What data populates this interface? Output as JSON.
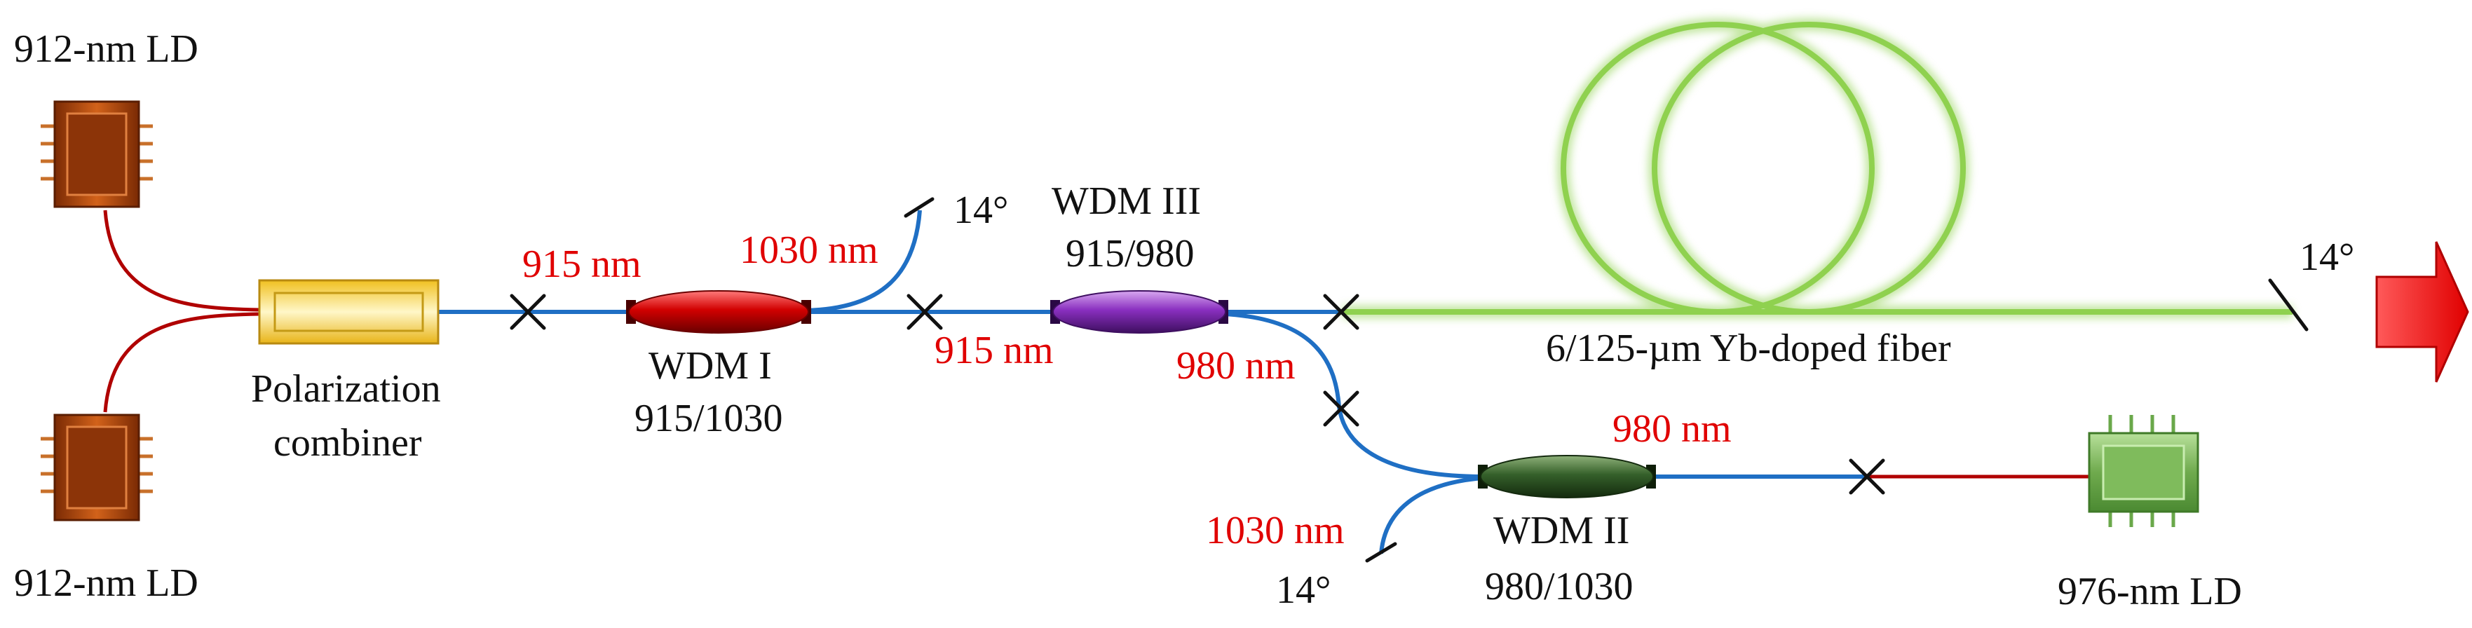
{
  "labels": {
    "ld_top": "912-nm LD",
    "ld_bottom": "912-nm LD",
    "ld_976": "976-nm LD",
    "pc_line1": "Polarization",
    "pc_line2": "combiner",
    "wdm1_name": "WDM I",
    "wdm1_spec": "915/1030",
    "wdm2_name": "WDM II",
    "wdm2_spec": "980/1030",
    "wdm3_name": "WDM III",
    "wdm3_spec": "915/980",
    "fiber": "6/125-µm Yb-doped fiber",
    "angle_wdm1": "14°",
    "angle_wdm2": "14°",
    "angle_output": "14°"
  },
  "wavelengths": {
    "w915_a": "915 nm",
    "w1030_a": "1030 nm",
    "w915_b": "915 nm",
    "w980_a": "980 nm",
    "w980_b": "980 nm",
    "w1030_b": "1030 nm"
  },
  "colors": {
    "fiber_blue": "#1f6fc4",
    "fiber_red": "#b00000",
    "yb_fiber": "#8fd14f",
    "wavelength_text": "#e00000",
    "ld_912": "#b84a0a",
    "ld_976": "#7ab65a",
    "wdm1": "#c40000",
    "wdm2": "#2f5a1e",
    "wdm3": "#7a2aa8",
    "combiner": "#f5d94a",
    "output_arrow": "#ff1a1a"
  }
}
